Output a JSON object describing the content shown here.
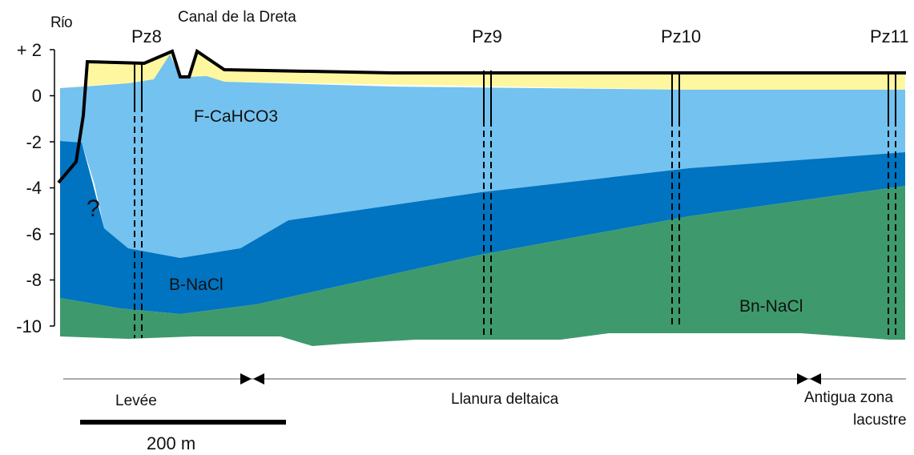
{
  "header": {
    "river_label": "Río",
    "canal_label": "Canal de la Dreta"
  },
  "y_axis": {
    "ticks": [
      "+ 2",
      "0",
      "-2",
      "-4",
      "-6",
      "-8",
      "-10"
    ]
  },
  "wells": [
    {
      "label": "Pz8"
    },
    {
      "label": "Pz9"
    },
    {
      "label": "Pz10"
    },
    {
      "label": "Pz11"
    }
  ],
  "units": {
    "f_cahco3": "F-CaHCO3",
    "b_nacl": "B-NaCl",
    "bn_nacl": "Bn-NaCl",
    "unknown": "?"
  },
  "zones": {
    "levee": "Levée",
    "deltaic_plain": "Llanura deltaica",
    "lacustrine_line1": "Antigua zona",
    "lacustrine_line2": "lacustre"
  },
  "scale_bar": {
    "label": "200 m"
  },
  "colors": {
    "fill_top": "#fff7a0",
    "freshwater": "#74c2ef",
    "brackish": "#0073c1",
    "saline": "#3e9a6c",
    "outline": "#000000"
  }
}
